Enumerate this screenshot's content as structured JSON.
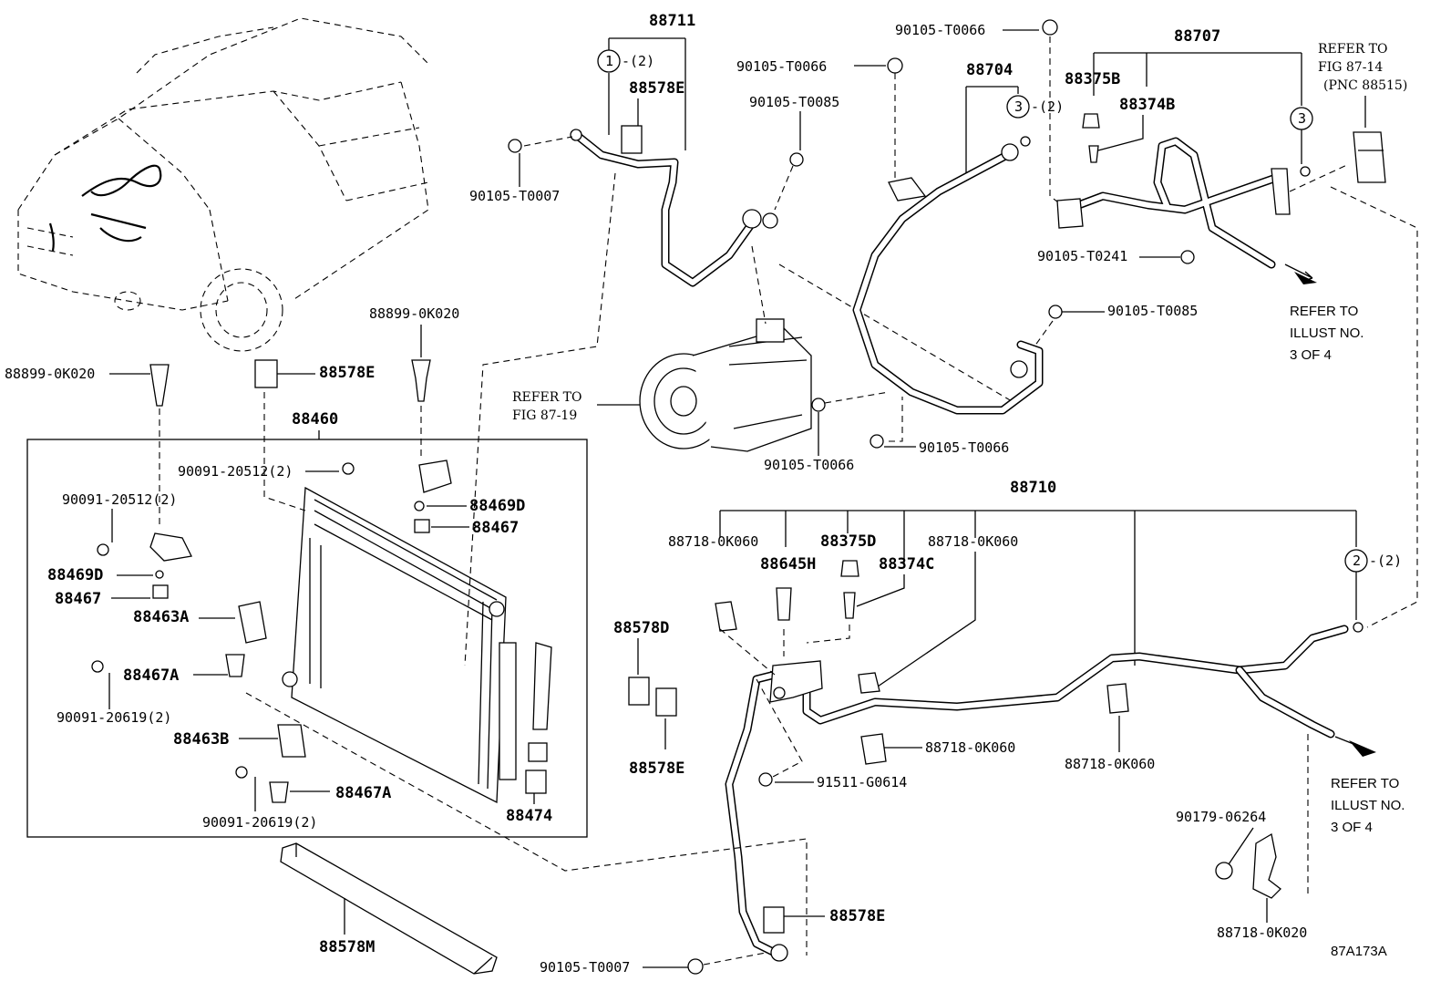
{
  "labels": {
    "p88711": "88711",
    "p88707": "88707",
    "p88704": "88704",
    "p88710": "88710",
    "p88460": "88460",
    "p88578E_top": "88578E",
    "p88578E_mid": "88578E",
    "p88578E_d": "88578E",
    "p88578E_bot": "88578E",
    "p88578D": "88578D",
    "p88578M": "88578M",
    "p88375B": "88375B",
    "p88374B": "88374B",
    "p88375D": "88375D",
    "p88374C": "88374C",
    "p88645H": "88645H",
    "p88469D_a": "88469D",
    "p88469D_b": "88469D",
    "p88467_a": "88467",
    "p88467_b": "88467",
    "p88463A": "88463A",
    "p88463B": "88463B",
    "p88467A_a": "88467A",
    "p88467A_b": "88467A",
    "p88474": "88474",
    "b90105T0007_top": "90105-T0007",
    "b90105T0007_bot": "90105-T0007",
    "b90105T0066_a": "90105-T0066",
    "b90105T0066_b": "90105-T0066",
    "b90105T0066_c": "90105-T0066",
    "b90105T0066_d": "90105-T0066",
    "b90105T0085_a": "90105-T0085",
    "b90105T0085_b": "90105-T0085",
    "b90105T0241": "90105-T0241",
    "b88899_a": "88899-0K020",
    "b88899_b": "88899-0K020",
    "b90091_20512_a": "90091-20512(2)",
    "b90091_20512_b": "90091-20512(2)",
    "b90091_20619_a": "90091-20619(2)",
    "b90091_20619_b": "90091-20619(2)",
    "c88718_a": "88718-0K060",
    "c88718_b": "88718-0K060",
    "c88718_c": "88718-0K060",
    "c88718_d": "88718-0K060",
    "c88718_0K020": "88718-0K020",
    "b91511": "91511-G0614",
    "b90179": "90179-06264",
    "circle1": "1",
    "circle3a": "3",
    "circle3b": "3",
    "circle2": "2",
    "qty2_a": "-(2)",
    "qty2_b": "-(2)",
    "qty2_c": "-(2)",
    "ref_fig87_14_a": "REFER TO",
    "ref_fig87_14_b": "FIG 87-14",
    "ref_fig87_14_c": "(PNC 88515)",
    "ref_fig87_19_a": "REFER TO",
    "ref_fig87_19_b": "FIG 87-19",
    "ref_illust_top_a": "REFER TO",
    "ref_illust_top_b": "ILLUST NO.",
    "ref_illust_top_c": "3 OF 4",
    "ref_illust_bot_a": "REFER TO",
    "ref_illust_bot_b": "ILLUST NO.",
    "ref_illust_bot_c": "3 OF 4",
    "figure_code": "87A173A"
  }
}
